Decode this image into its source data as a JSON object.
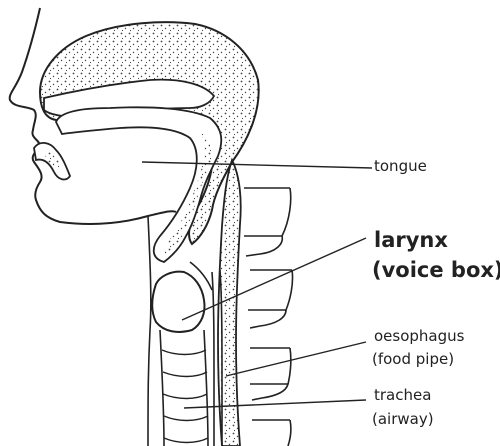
{
  "labels": {
    "tongue": "tongue",
    "larynx": "larynx",
    "voice_box": "(voice box)",
    "oesophagus": "oesophagus",
    "food_pipe": "(food pipe)",
    "trachea": "trachea",
    "airway": "(airway)"
  },
  "colors": {
    "ink": "#222222",
    "stipple": "#444444",
    "background": "#ffffff"
  }
}
